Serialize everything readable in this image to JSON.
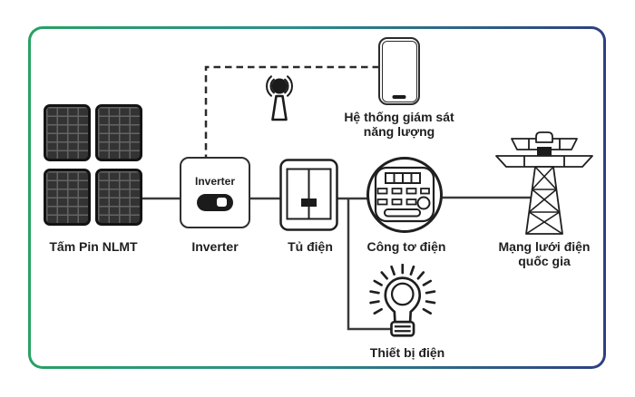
{
  "diagram": {
    "type": "solar-energy-system-diagram",
    "nodes": {
      "solar": {
        "label": "Tấm Pin NLMT"
      },
      "inverter": {
        "label": "Inverter",
        "box_text": "Inverter"
      },
      "cabinet": {
        "label": "Tủ điện"
      },
      "meter": {
        "label": "Công tơ điện"
      },
      "grid": {
        "label_line1": "Mạng lưới điện",
        "label_line2": "quốc gia"
      },
      "monitoring": {
        "label_line1": "Hệ thống giám sát",
        "label_line2": "năng lượng"
      },
      "devices": {
        "label": "Thiết bị điện"
      }
    },
    "connections": [
      {
        "from": "solar",
        "to": "inverter",
        "style": "solid"
      },
      {
        "from": "inverter",
        "to": "cabinet",
        "style": "solid"
      },
      {
        "from": "cabinet",
        "to": "meter",
        "style": "solid"
      },
      {
        "from": "meter",
        "to": "grid",
        "style": "solid"
      },
      {
        "from": "cabinet",
        "to": "devices",
        "style": "solid"
      },
      {
        "from": "inverter",
        "to": "monitoring",
        "style": "dashed",
        "via": "wireless-antenna"
      }
    ],
    "colors": {
      "frame_gradient_start": "#28a164",
      "frame_gradient_end": "#2e4081",
      "connector_line": "#3a3a3a",
      "dashed_line": "#2b2b2b",
      "icon_stroke": "#1f1f1f",
      "icon_dark_fill": "#1b1b1b",
      "panel_fill": "#333333",
      "text": "#1f1f1f",
      "background": "#ffffff"
    }
  }
}
